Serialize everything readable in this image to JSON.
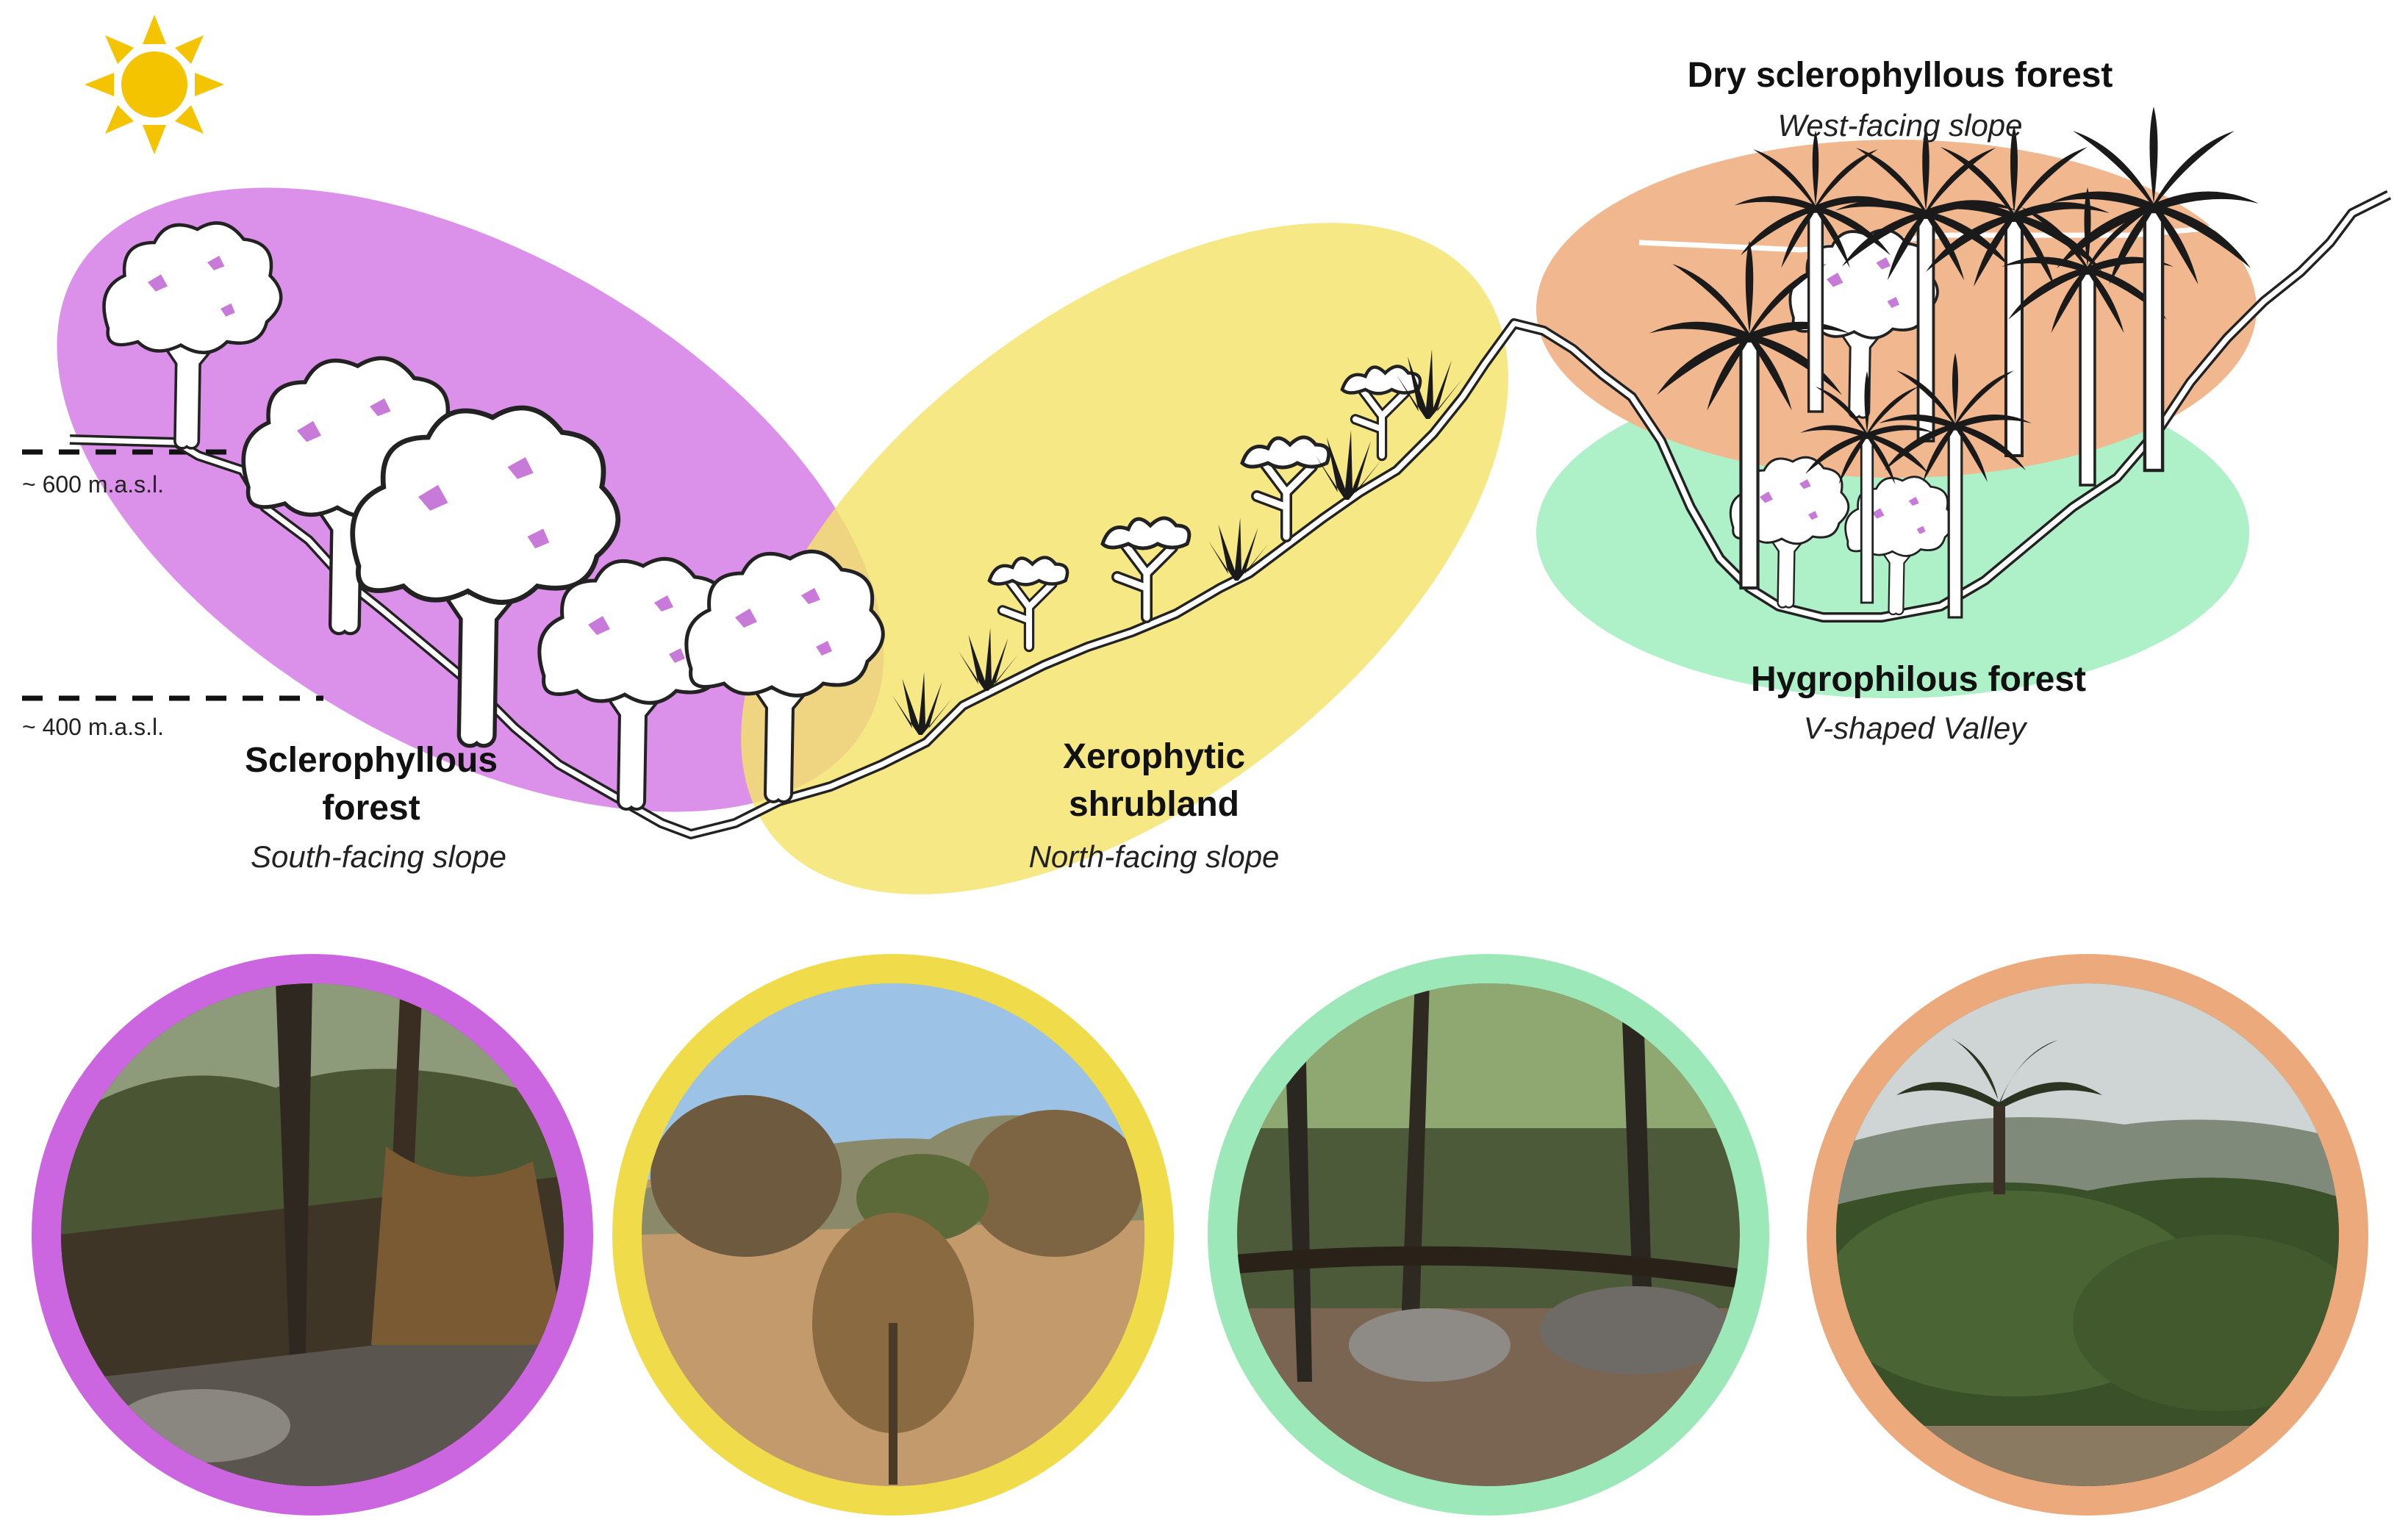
{
  "colors": {
    "sclerophyllous": "#d98ae8",
    "xerophytic": "#f3e36a",
    "hygrophilous": "#aef0c8",
    "dry_sclerophyllous": "#f1b890",
    "sun": "#f5c400",
    "ring_purple": "#cc66e0",
    "ring_yellow": "#f0dc4a",
    "ring_green": "#9de8b8",
    "ring_orange": "#eba97c"
  },
  "elevation_markers": {
    "upper": "~ 600 m.a.s.l.",
    "lower": "~ 400 m.a.s.l."
  },
  "zones": {
    "sclerophyllous": {
      "title_line1": "Sclerophyllous",
      "title_line2": "forest",
      "subtitle": "South-facing slope"
    },
    "xerophytic": {
      "title_line1": "Xerophytic",
      "title_line2": "shrubland",
      "subtitle": "North-facing slope"
    },
    "hygrophilous": {
      "title": "Hygrophilous forest",
      "subtitle": "V-shaped Valley"
    },
    "dry_sclerophyllous": {
      "title": "Dry sclerophyllous forest",
      "subtitle": "West-facing slope"
    }
  },
  "icons": {
    "sun": "sun-icon",
    "tree": "broadleaf-tree-icon",
    "palm": "palm-tree-icon",
    "shrub": "shrub-icon",
    "photo": "landscape-photo-icon"
  }
}
